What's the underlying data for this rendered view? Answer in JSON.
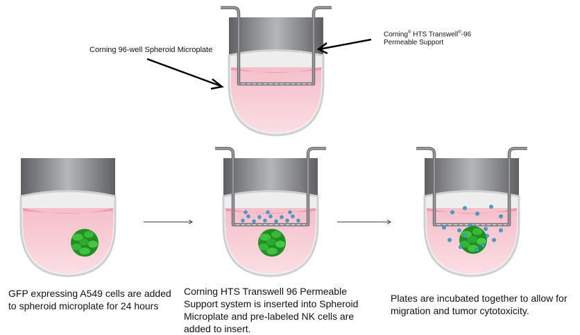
{
  "labels": {
    "microplate": "Corning 96-well Spheroid Microplate",
    "transwell_line1_a": "Corning",
    "transwell_reg": "®",
    "transwell_line1_b": " HTS Transwell",
    "transwell_line1_c": "-96",
    "transwell_line2": "Permeable Support"
  },
  "steps": [
    {
      "caption": "GFP expressing A549 cells are added to spheroid microplate for 24 hours"
    },
    {
      "caption": "Corning HTS Transwell  96 Permeable Support system is inserted into Spheroid Microplate and pre-labeled NK cells are added to insert."
    },
    {
      "caption": "Plates are incubated together to allow for migration and tumor cytotoxicity."
    }
  ],
  "colors": {
    "liquid": "#f7c9d2",
    "meniscus": "#f08fa3",
    "rim": "#8a8c90",
    "insert": "#6e6e72",
    "spheroid": "#2fae2f",
    "nk_cells": "#3aa7d8"
  }
}
